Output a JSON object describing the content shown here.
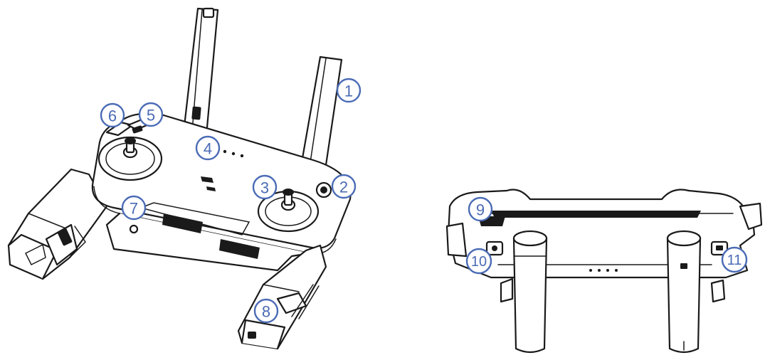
{
  "callouts": [
    {
      "label": "1"
    },
    {
      "label": "2"
    },
    {
      "label": "3"
    },
    {
      "label": "4"
    },
    {
      "label": "5"
    },
    {
      "label": "6"
    },
    {
      "label": "7"
    },
    {
      "label": "8"
    },
    {
      "label": "9"
    },
    {
      "label": "10"
    },
    {
      "label": "11"
    }
  ],
  "colors": {
    "callout": "#4a6bb5",
    "line": "#1a1a1a"
  }
}
